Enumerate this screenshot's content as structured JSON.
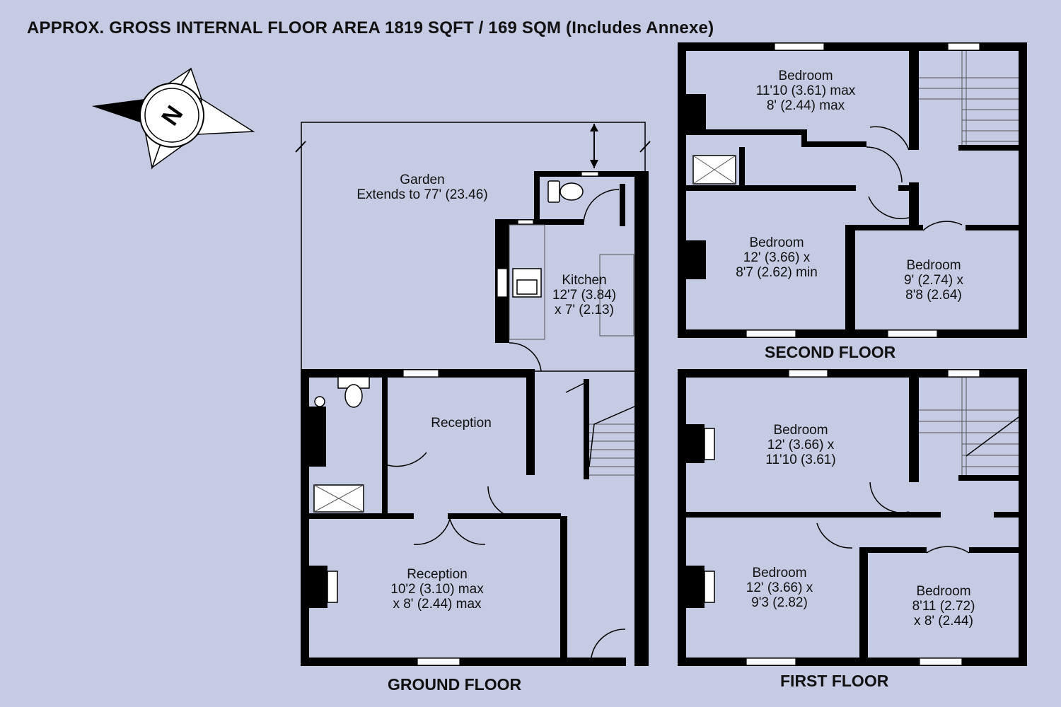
{
  "header": {
    "area_text": "APPROX. GROSS INTERNAL FLOOR AREA 1819 SQFT / 169 SQM (Includes Annexe)"
  },
  "compass": {
    "icon": "compass-north-icon",
    "letter": "N"
  },
  "floors": {
    "ground": {
      "label": "GROUND FLOOR",
      "garden": {
        "name": "Garden",
        "dim1": "Extends to 77' (23.46)"
      },
      "kitchen": {
        "name": "Kitchen",
        "dim1": "12'7 (3.84)",
        "dim2": "x 7' (2.13)"
      },
      "reception_upper": {
        "name": "Reception"
      },
      "reception_lower": {
        "name": "Reception",
        "dim1": "10'2 (3.10) max",
        "dim2": "x 8' (2.44) max"
      }
    },
    "first": {
      "label": "FIRST FLOOR",
      "bedroom_top": {
        "name": "Bedroom",
        "dim1": "12' (3.66) x",
        "dim2": "11'10 (3.61)"
      },
      "bedroom_left": {
        "name": "Bedroom",
        "dim1": "12' (3.66) x",
        "dim2": "9'3 (2.82)"
      },
      "bedroom_right": {
        "name": "Bedroom",
        "dim1": "8'11 (2.72)",
        "dim2": "x 8' (2.44)"
      }
    },
    "second": {
      "label": "SECOND FLOOR",
      "bedroom_top": {
        "name": "Bedroom",
        "dim1": "11'10 (3.61) max",
        "dim2": "8' (2.44) max"
      },
      "bedroom_left": {
        "name": "Bedroom",
        "dim1": "12' (3.66) x",
        "dim2": "8'7 (2.62) min"
      },
      "bedroom_right": {
        "name": "Bedroom",
        "dim1": "9' (2.74) x",
        "dim2": "8'8 (2.64)"
      }
    }
  },
  "colors": {
    "background": "#c5cbe2",
    "walls": "#000000",
    "fixtures": "#ffffff"
  }
}
